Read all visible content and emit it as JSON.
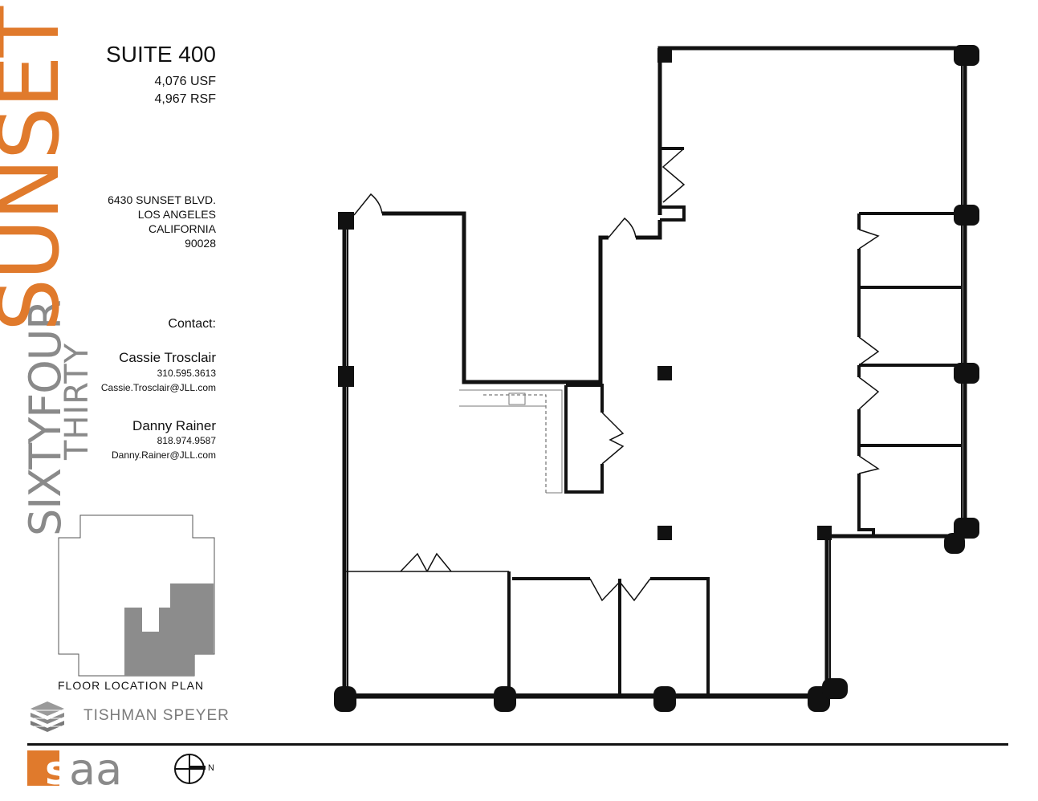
{
  "brand": {
    "word_sixty": "SIXTY",
    "word_four": "FOUR",
    "word_sunset": "SUNSET",
    "word_thirty": "THIRTY",
    "accent_color": "#e07a2c",
    "grey_color": "#8a8a8a"
  },
  "suite": {
    "title": "SUITE 400",
    "usf": "4,076 USF",
    "rsf": "4,967 RSF"
  },
  "address": {
    "line1": "6430 SUNSET BLVD.",
    "line2": "LOS ANGELES",
    "line3": "CALIFORNIA",
    "line4": "90028"
  },
  "contact": {
    "heading": "Contact:",
    "people": [
      {
        "name": "Cassie Trosclair",
        "phone": "310.595.3613",
        "email": "Cassie.Trosclair@JLL.com"
      },
      {
        "name": "Danny Rainer",
        "phone": "818.974.9587",
        "email": "Danny.Rainer@JLL.com"
      }
    ]
  },
  "key_plan": {
    "label": "FLOOR LOCATION PLAN",
    "suite_fill_color": "#8c8c8c"
  },
  "owner": {
    "name": "TISHMAN SPEYER",
    "icon": "stacked-layers-logo"
  },
  "architect": {
    "logo_letter_s": "s",
    "logo_letters": "aa",
    "accent_color": "#e07a2c",
    "grey_color": "#8a8a8a"
  },
  "north": {
    "label": "N",
    "icon": "north-arrow-icon"
  }
}
